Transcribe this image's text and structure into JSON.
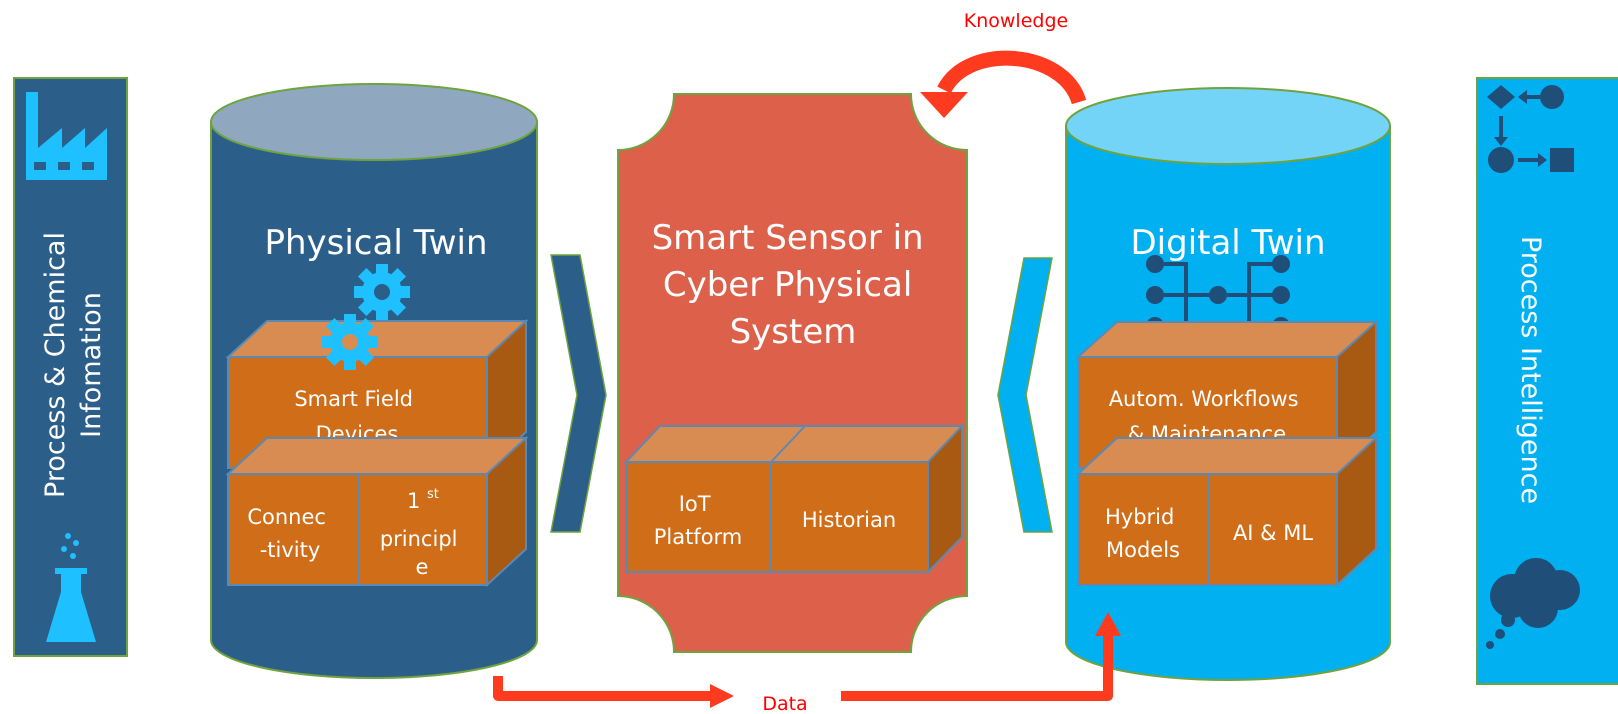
{
  "left_panel": {
    "line1": "Process & Chemical",
    "line2": "Infomation"
  },
  "right_panel": {
    "line1": "Process Intelligence"
  },
  "physical_twin": {
    "title": "Physical Twin",
    "top_block": [
      "Smart Field",
      "Devices"
    ],
    "bottom_left": [
      "Connec",
      "-tivity"
    ],
    "bottom_right": [
      "1",
      "principl",
      "e"
    ],
    "bottom_right_sup": "st"
  },
  "smart_sensor": {
    "title": [
      "Smart Sensor in",
      "Cyber Physical",
      "System"
    ],
    "left_block": [
      "IoT",
      "Platform"
    ],
    "right_block": "Historian"
  },
  "digital_twin": {
    "title": "Digital Twin",
    "top_block": [
      "Autom. Workflows",
      "& Maintenance"
    ],
    "bottom_left": [
      "Hybrid",
      "Models"
    ],
    "bottom_right": "AI & ML"
  },
  "flows": {
    "knowledge": "Knowledge",
    "data": "Data"
  },
  "icons": {
    "left_top": "factory-icon",
    "left_bottom": "flask-icon",
    "right_top": "flowchart-icon",
    "right_bottom": "thought-cloud-icon",
    "physical": "gears-icon",
    "digital": "network-icon"
  },
  "colors": {
    "physical": "#2b5f8a",
    "physical_top": "#8fa8bf",
    "sensor": "#dd614a",
    "digital": "#00b0f0",
    "digital_top": "#73d4f7",
    "block_front": "#d06d18",
    "block_top": "#d98c52",
    "block_side": "#a85a12",
    "arrow_red": "#ff3b1f"
  }
}
